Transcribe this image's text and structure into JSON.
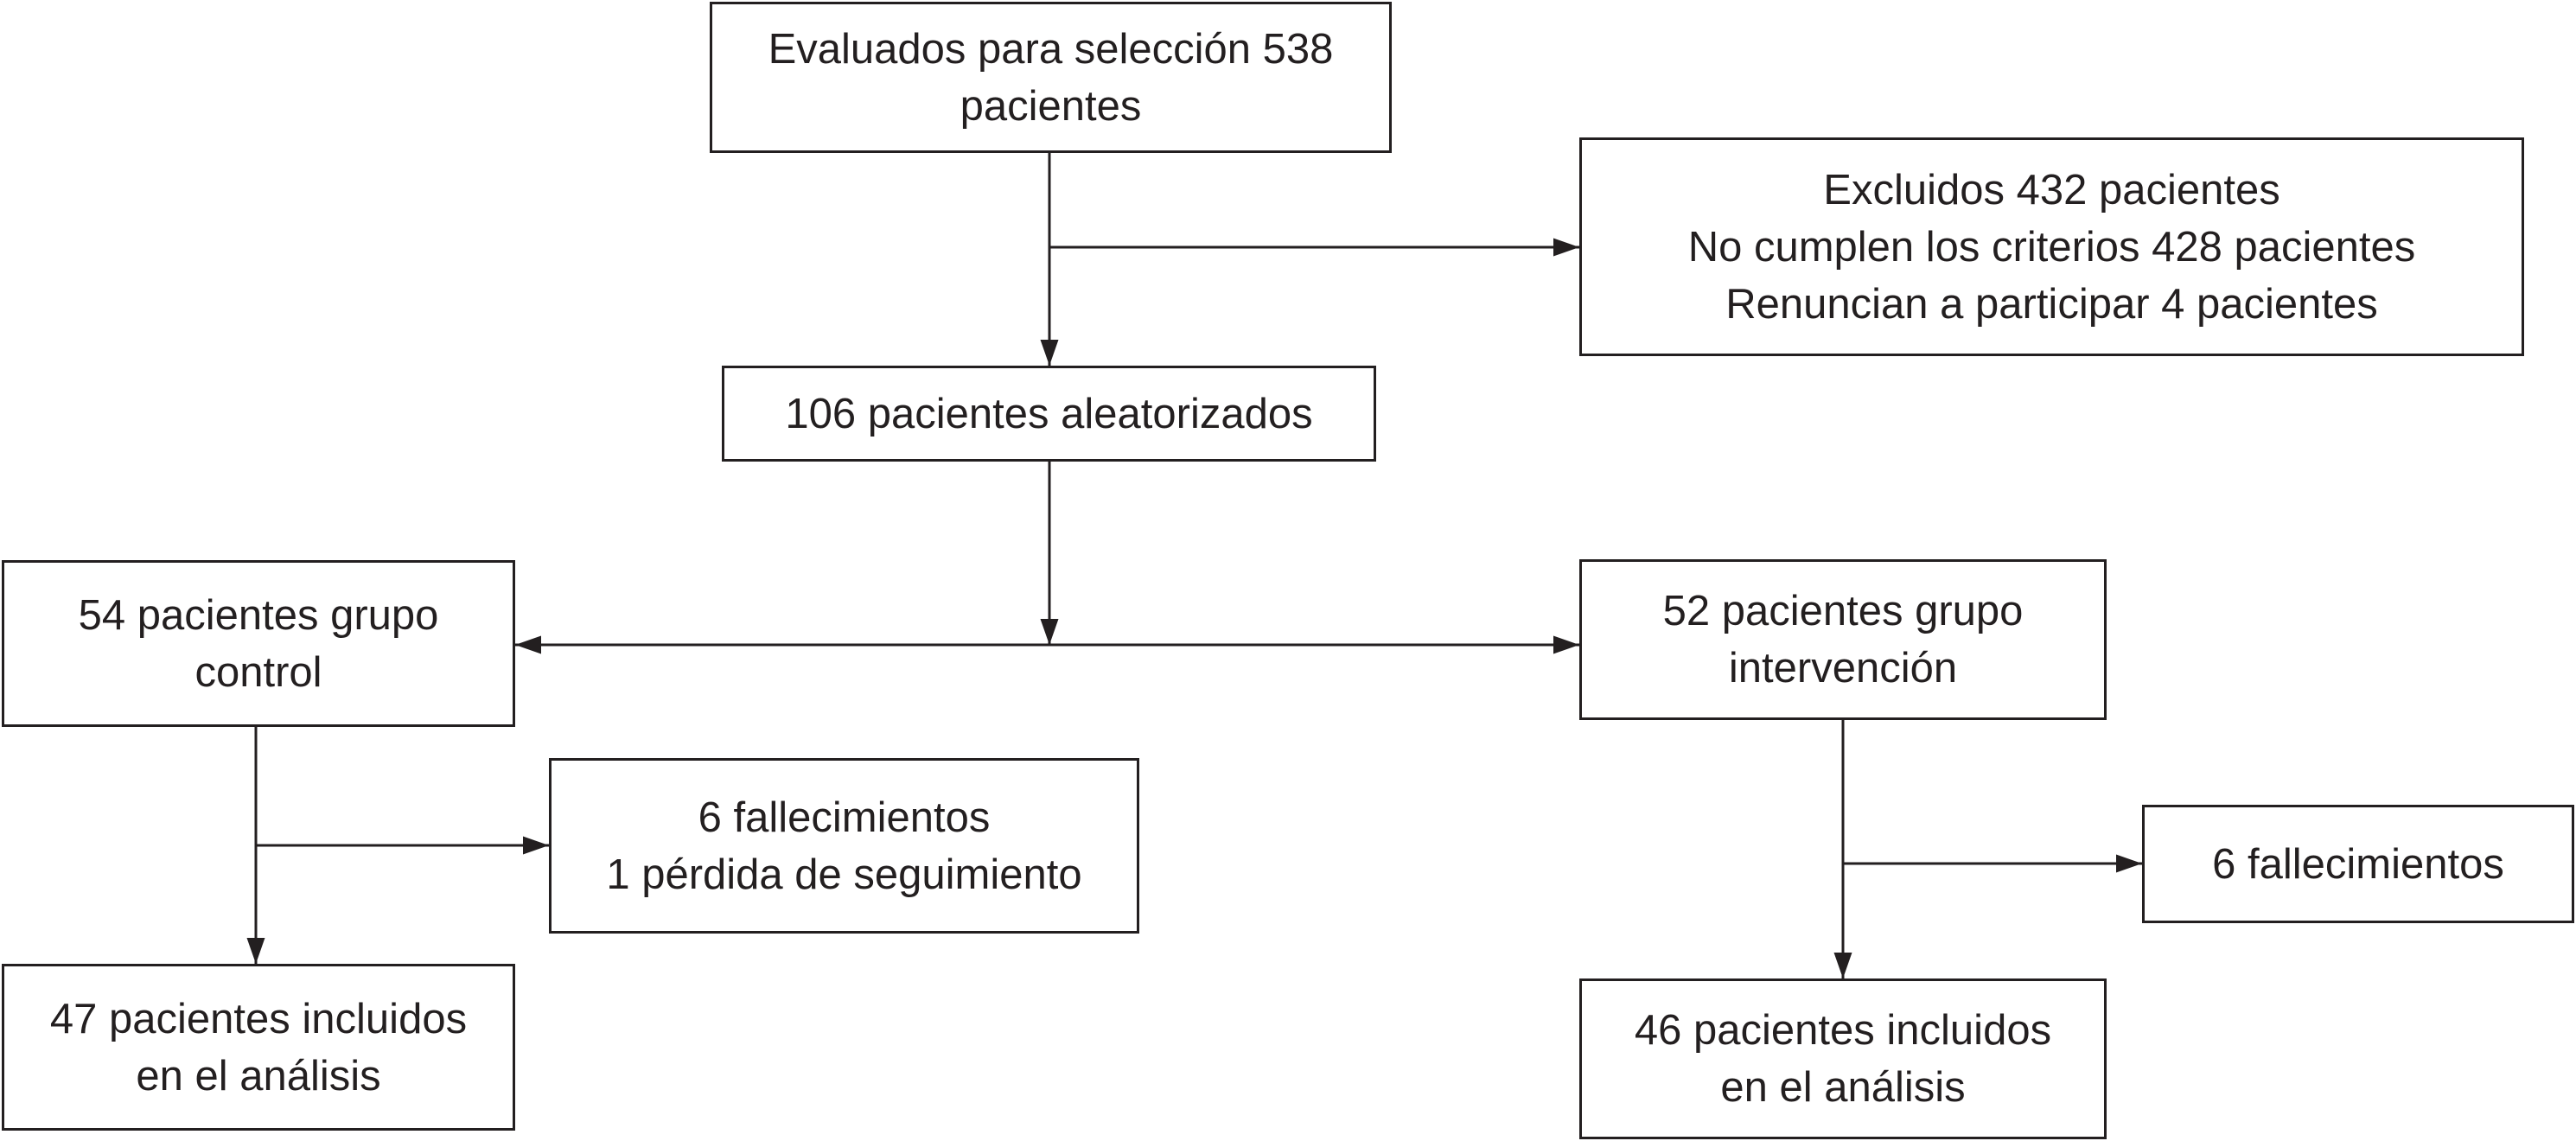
{
  "flowchart": {
    "screened": {
      "lines": [
        "Evaluados para selección 538",
        "pacientes"
      ]
    },
    "excluded": {
      "lines": [
        "Excluidos 432 pacientes",
        "No cumplen los criterios 428 pacientes",
        "Renuncian a participar 4 pacientes"
      ]
    },
    "randomized": {
      "lines": [
        "106 pacientes aleatorizados"
      ]
    },
    "control_group": {
      "lines": [
        "54 pacientes grupo",
        "control"
      ]
    },
    "intervention_group": {
      "lines": [
        "52 pacientes grupo",
        "intervención"
      ]
    },
    "control_losses": {
      "lines": [
        "6 fallecimientos",
        "1 pérdida de seguimiento"
      ]
    },
    "intervention_losses": {
      "lines": [
        "6 fallecimientos"
      ]
    },
    "control_analyzed": {
      "lines": [
        "47 pacientes incluidos",
        "en el análisis"
      ]
    },
    "intervention_analyzed": {
      "lines": [
        "46 pacientes incluidos",
        "en el análisis"
      ]
    }
  }
}
